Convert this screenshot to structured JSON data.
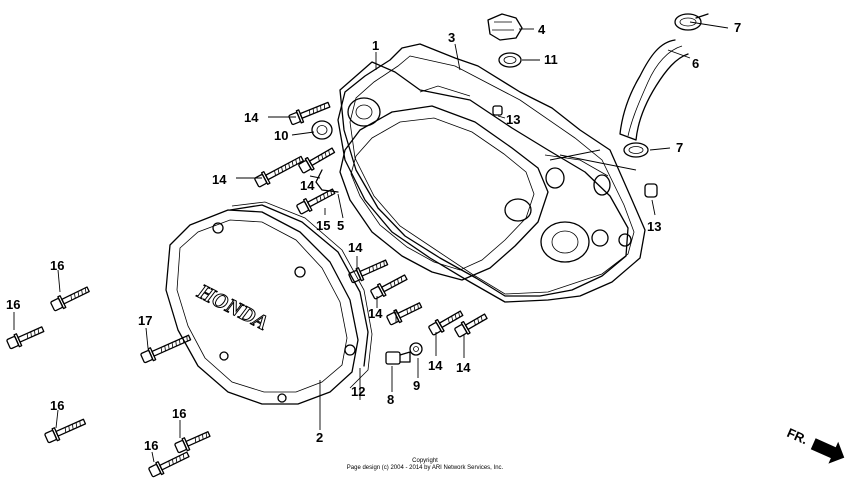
{
  "callouts": [
    {
      "id": "c1",
      "label": "1"
    },
    {
      "id": "c2",
      "label": "2"
    },
    {
      "id": "c3",
      "label": "3"
    },
    {
      "id": "c4",
      "label": "4"
    },
    {
      "id": "c5",
      "label": "5"
    },
    {
      "id": "c6",
      "label": "6"
    },
    {
      "id": "c7a",
      "label": "7"
    },
    {
      "id": "c7b",
      "label": "7"
    },
    {
      "id": "c8",
      "label": "8"
    },
    {
      "id": "c9",
      "label": "9"
    },
    {
      "id": "c10",
      "label": "10"
    },
    {
      "id": "c11",
      "label": "11"
    },
    {
      "id": "c12",
      "label": "12"
    },
    {
      "id": "c13a",
      "label": "13"
    },
    {
      "id": "c13b",
      "label": "13"
    },
    {
      "id": "c14a",
      "label": "14"
    },
    {
      "id": "c14b",
      "label": "14"
    },
    {
      "id": "c14c",
      "label": "14"
    },
    {
      "id": "c14d",
      "label": "14"
    },
    {
      "id": "c14e",
      "label": "14"
    },
    {
      "id": "c14f",
      "label": "14"
    },
    {
      "id": "c14g",
      "label": "14"
    },
    {
      "id": "c15",
      "label": "15"
    },
    {
      "id": "c16a",
      "label": "16"
    },
    {
      "id": "c16b",
      "label": "16"
    },
    {
      "id": "c16c",
      "label": "16"
    },
    {
      "id": "c16d",
      "label": "16"
    },
    {
      "id": "c16e",
      "label": "16"
    },
    {
      "id": "c17",
      "label": "17"
    }
  ],
  "cover_logo": "HONDA",
  "direction_marker": "FR.",
  "copyright": {
    "line1": "Copyright",
    "line2": "Page design (c) 2004 - 2014 by ARI Network Services, Inc."
  },
  "colors": {
    "ink": "#000000",
    "paper": "#ffffff"
  }
}
